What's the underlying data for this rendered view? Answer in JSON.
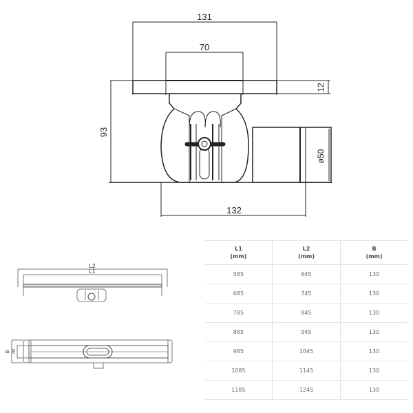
{
  "drawing": {
    "section_view": {
      "dim_top_width": "131",
      "dim_grate_width": "70",
      "dim_flange_height": "12",
      "dim_total_height": "93",
      "dim_outlet_diameter": "ø50",
      "dim_base_width": "132"
    },
    "side_view": {
      "label_l2": "L2",
      "label_l1": "L1"
    },
    "top_view": {
      "label_b": "B",
      "label_70": "70"
    }
  },
  "table": {
    "headers": [
      {
        "name": "L1",
        "unit": "(mm)"
      },
      {
        "name": "L2",
        "unit": "(mm)"
      },
      {
        "name": "B",
        "unit": "(mm)"
      }
    ],
    "rows": [
      [
        "585",
        "645",
        "130"
      ],
      [
        "685",
        "745",
        "130"
      ],
      [
        "785",
        "845",
        "130"
      ],
      [
        "885",
        "945",
        "130"
      ],
      [
        "985",
        "1045",
        "130"
      ],
      [
        "1085",
        "1145",
        "130"
      ],
      [
        "1185",
        "1245",
        "130"
      ]
    ]
  }
}
